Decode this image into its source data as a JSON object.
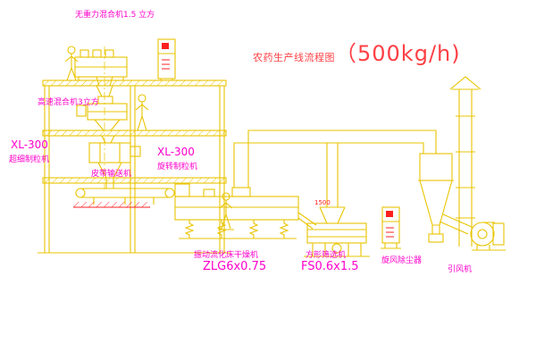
{
  "title": {
    "text": "农药生产线流程图",
    "capacity": "（500kg/h)"
  },
  "labels": {
    "zero_gravity_mixer": "无重力混合机1.5 立方",
    "high_speed_mixer": "高速混合机3立方",
    "fine_granulator_model": "XL-300",
    "fine_granulator_name": "超细制粒机",
    "rotary_granulator_model": "XL-300",
    "rotary_granulator_name": "旋转制粒机",
    "belt_conveyor": "皮带输送机",
    "fluid_bed_dryer": "振动流化床干燥机",
    "fluid_bed_dryer_model": "ZLG6x0.75",
    "square_sieve": "方形筛选机",
    "square_sieve_model": "FS0.6x1.5",
    "cyclone_dust_collector": "旋风除尘器",
    "induced_draft_fan": "引风机",
    "hopper_dimension": "1500"
  },
  "colors": {
    "background": "#FFFFFF",
    "line_yellow": "#E9C400",
    "accent_red": "#FF2020",
    "label_magenta": "#FF00CC",
    "title_red": "#FF4045"
  }
}
